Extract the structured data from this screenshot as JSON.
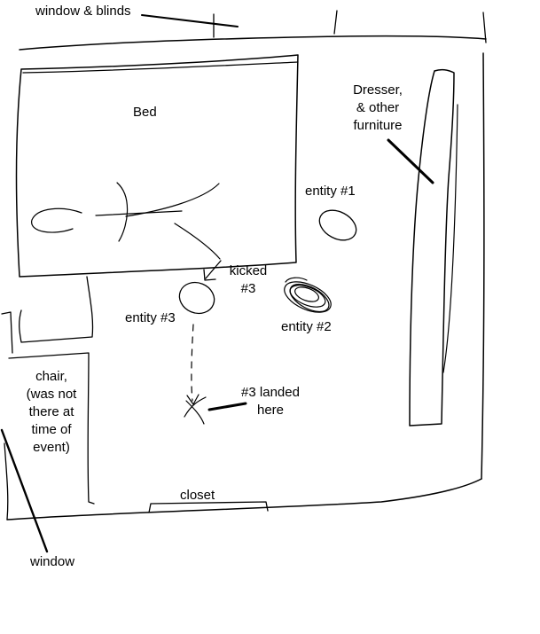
{
  "labels": {
    "window_blinds": "window & blinds",
    "bed": "Bed",
    "dresser": [
      "Dresser,",
      "& other",
      "furniture"
    ],
    "entity1": "entity #1",
    "kicked": [
      "kicked",
      "#3"
    ],
    "entity3": "entity #3",
    "entity2": "entity #2",
    "chair": [
      "chair,",
      "(was not",
      "there at",
      "time of",
      "event)"
    ],
    "landed": [
      "#3 landed",
      "here"
    ],
    "closet": "closet",
    "window": "window"
  }
}
